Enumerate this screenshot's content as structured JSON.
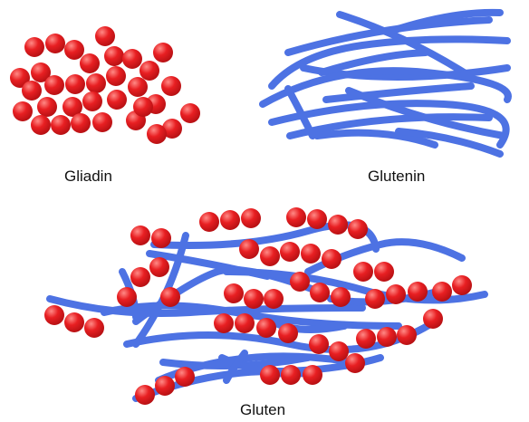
{
  "labels": {
    "gliadin": "Gliadin",
    "glutenin": "Glutenin",
    "gluten": "Gluten"
  },
  "colors": {
    "gliadin_sphere": "#e81f22",
    "gliadin_highlight": "#ff8a86",
    "glutenin_strand": "#4d72e3",
    "glutenin_strand_light": "#7f9df2",
    "background": "#ffffff"
  }
}
